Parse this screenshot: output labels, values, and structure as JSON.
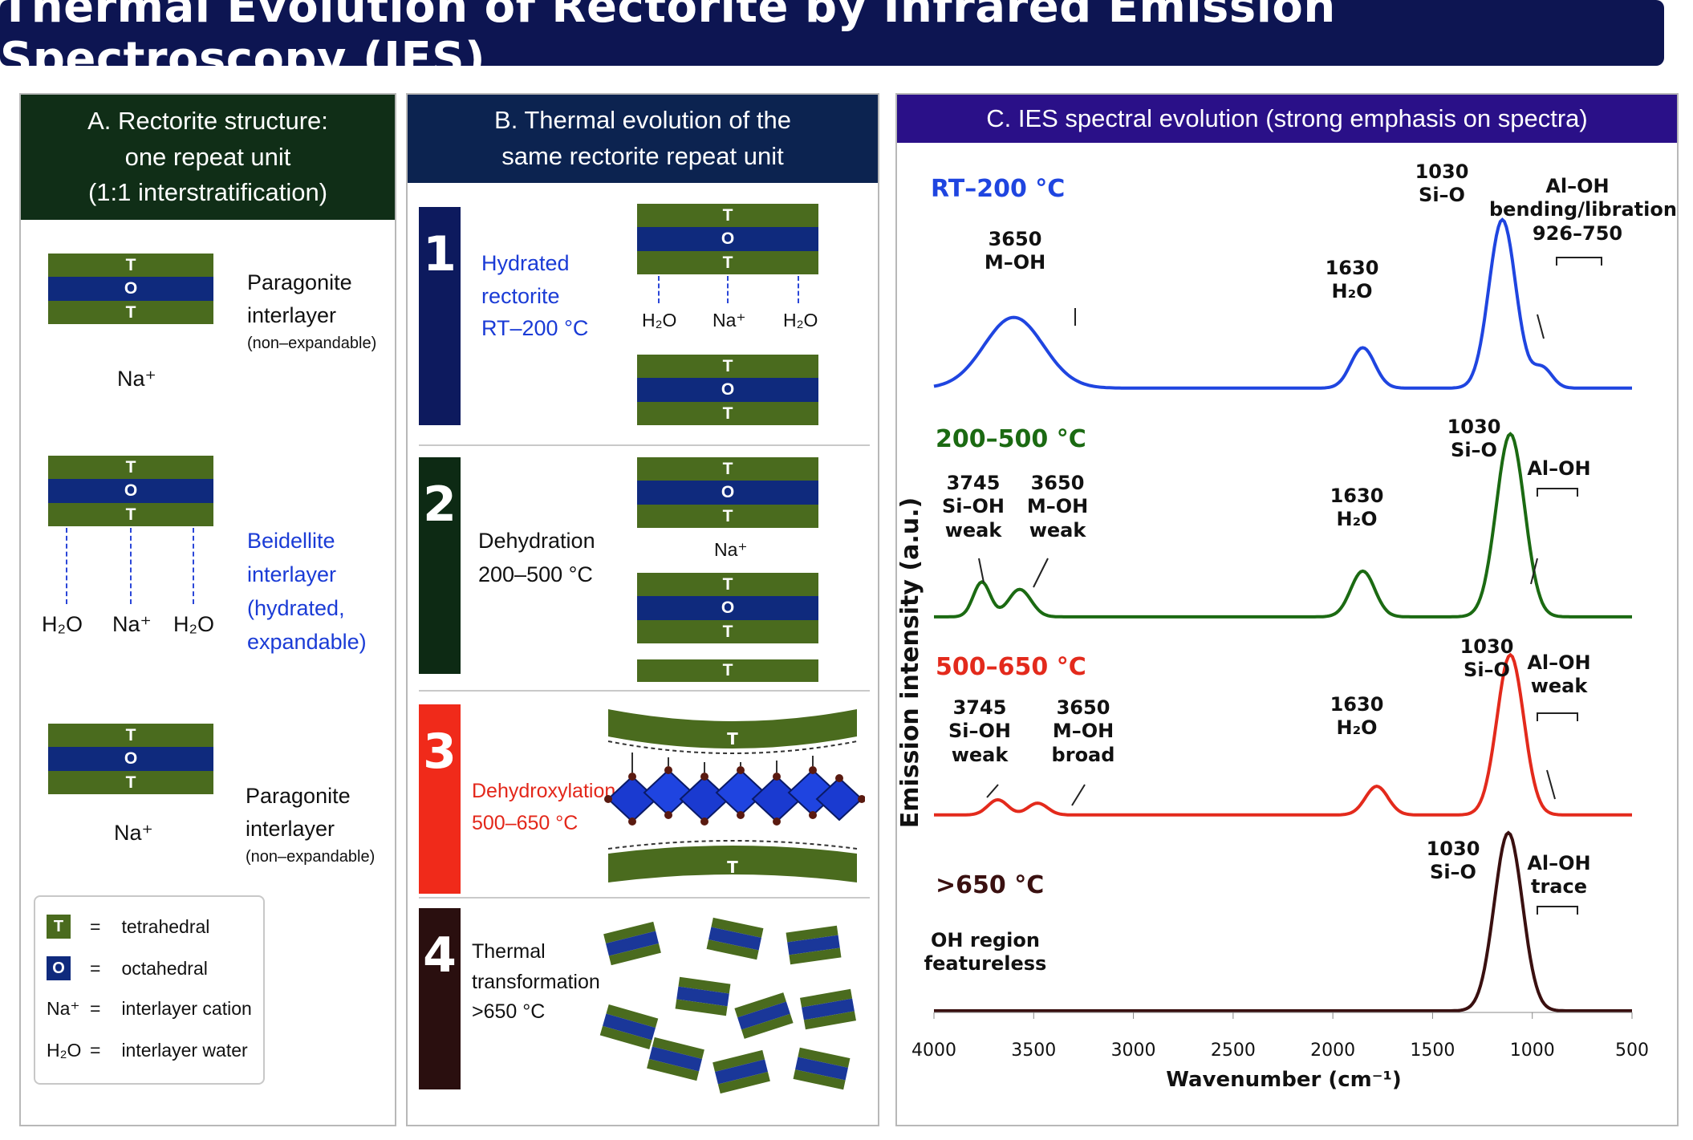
{
  "title": "Thermal Evolution of Rectorite by Infrared Emission Spectroscopy (IES)",
  "panel_a": {
    "heading_line1": "A. Rectorite structure:",
    "heading_line2": "one repeat unit",
    "heading_line3": "(1:1 interstratification)",
    "t": "T",
    "o": "O",
    "para1_label1": "Paragonite",
    "para1_label2": "interlayer",
    "para1_label3": "(non–expandable)",
    "na": "Na⁺",
    "beid_line1": "Beidellite",
    "beid_line2": "interlayer",
    "beid_line3": "(hydrated,",
    "beid_line4": "expandable)",
    "h2o": "H₂O",
    "para2_label1": "Paragonite",
    "para2_label2": "interlayer",
    "para2_label3": "(non–expandable)",
    "legend": [
      {
        "key": "T",
        "eq": "=",
        "text": "tetrahedral"
      },
      {
        "key": "O",
        "eq": "=",
        "text": "octahedral"
      },
      {
        "key": "Na⁺",
        "eq": "=",
        "text": "interlayer cation"
      },
      {
        "key": "H₂O",
        "eq": "=",
        "text": "interlayer water"
      }
    ]
  },
  "panel_b": {
    "heading_line1": "B. Thermal evolution of the",
    "heading_line2": "same rectorite repeat unit",
    "steps": [
      {
        "num": "1",
        "line1": "Hydrated",
        "line2": "rectorite",
        "line3": "RT–200 °C",
        "color": "#0d1a5e"
      },
      {
        "num": "2",
        "line1": "Dehydration",
        "line2": "200–500 °C",
        "line3": "",
        "color": "#0d2a14"
      },
      {
        "num": "3",
        "line1": "Dehydroxylation",
        "line2": "500–650 °C",
        "line3": "",
        "color": "#f02a1a"
      },
      {
        "num": "4",
        "line1": "Thermal",
        "line2": "transformation",
        "line3": ">650 °C",
        "color": "#2a0f0f"
      }
    ]
  },
  "panel_c": {
    "heading": "C. IES spectral evolution (strong emphasis on spectra)",
    "ylabel": "Emission intensity (a.u.)",
    "xlabel": "Wavenumber (cm⁻¹)",
    "x_ticks": [
      "4000",
      "3500",
      "3000",
      "2500",
      "2000",
      "1500",
      "1000",
      "500"
    ],
    "ranges": [
      {
        "label": "RT–200 °C",
        "color": "#1f45e0"
      },
      {
        "label": "200–500 °C",
        "color": "#1b6a12"
      },
      {
        "label": "500–650 °C",
        "color": "#e32a1c"
      },
      {
        "label": ">650 °C",
        "color": "#3a1010"
      }
    ],
    "annotations": {
      "s1_mo": [
        "3650",
        "M–OH"
      ],
      "s1_h2o": [
        "1630",
        "H₂O"
      ],
      "s1_sio": [
        "1030",
        "Si–O"
      ],
      "s1_aloh": [
        "Al–OH",
        "bending/libration",
        "926–750"
      ],
      "s2_sioh": [
        "3745",
        "Si–OH",
        "weak"
      ],
      "s2_mo": [
        "3650",
        "M–OH",
        "weak"
      ],
      "s2_h2o": [
        "1630",
        "H₂O"
      ],
      "s2_sio": [
        "1030",
        "Si–O"
      ],
      "s2_aloh": [
        "Al–OH"
      ],
      "s3_sioh": [
        "3745",
        "Si–OH",
        "weak"
      ],
      "s3_mo": [
        "3650",
        "M–OH",
        "broad"
      ],
      "s3_h2o": [
        "1630",
        "H₂O"
      ],
      "s3_sio": [
        "1030",
        "Si–O"
      ],
      "s3_aloh": [
        "Al–OH",
        "weak"
      ],
      "s4_sio": [
        "1030",
        "Si–O"
      ],
      "s4_aloh": [
        "Al–OH",
        "trace"
      ],
      "s4_oh": [
        "OH region",
        "featureless"
      ]
    }
  },
  "chart_data": {
    "type": "line",
    "xlabel": "Wavenumber (cm⁻¹)",
    "ylabel": "Emission intensity (a.u.)",
    "xlim": [
      4000,
      500
    ],
    "x_reversed": true,
    "series": [
      {
        "name": "RT–200 °C",
        "color": "#1f45e0",
        "peaks": [
          {
            "x": 3600,
            "h": 0.42,
            "w": 210
          },
          {
            "x": 1850,
            "h": 0.24,
            "w": 85
          },
          {
            "x": 1150,
            "h": 1.0,
            "w": 95
          },
          {
            "x": 950,
            "h": 0.12,
            "w": 70
          }
        ],
        "baseline": 0.02
      },
      {
        "name": "200–500 °C",
        "color": "#1b6a12",
        "peaks": [
          {
            "x": 3760,
            "h": 0.19,
            "w": 60
          },
          {
            "x": 3570,
            "h": 0.15,
            "w": 80
          },
          {
            "x": 1850,
            "h": 0.25,
            "w": 85
          },
          {
            "x": 1110,
            "h": 1.0,
            "w": 100
          }
        ],
        "baseline": 0.04
      },
      {
        "name": "500–650 °C",
        "color": "#e32a1c",
        "peaks": [
          {
            "x": 3680,
            "h": 0.09,
            "w": 70
          },
          {
            "x": 3480,
            "h": 0.07,
            "w": 70
          },
          {
            "x": 1780,
            "h": 0.17,
            "w": 80
          },
          {
            "x": 1110,
            "h": 0.95,
            "w": 95
          }
        ],
        "baseline": 0.02
      },
      {
        "name": ">650 °C",
        "color": "#3a1010",
        "peaks": [
          {
            "x": 1120,
            "h": 1.0,
            "w": 100
          }
        ],
        "baseline": 0.0
      }
    ]
  }
}
